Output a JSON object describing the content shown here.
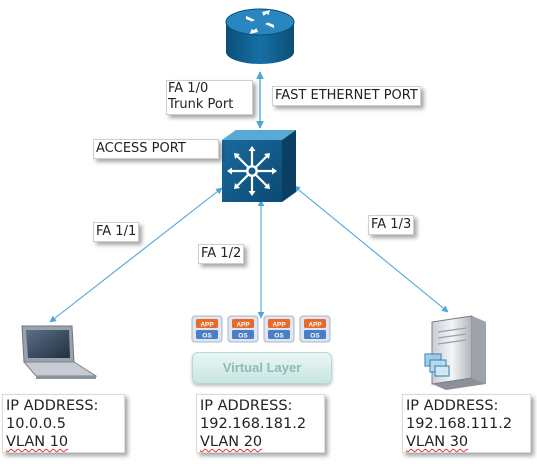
{
  "links": {
    "uplink_left": "FA 1/0\nTrunk Port",
    "uplink_right": "FAST ETHERNET PORT",
    "switch_label": "ACCESS PORT",
    "laptop": "FA 1/1",
    "vm_host": "FA 1/2",
    "server": "FA 1/3"
  },
  "virtual": {
    "layer_label": "Virtual Layer",
    "vm_app": "APP",
    "vm_os": "OS",
    "vm_count": 4
  },
  "hosts": [
    {
      "ip_label": "IP ADDRESS:",
      "ip": "10.0.0.5",
      "vlan": "VLAN 10"
    },
    {
      "ip_label": "IP ADDRESS:",
      "ip": "192.168.181.2",
      "vlan": "VLAN 20"
    },
    {
      "ip_label": "IP ADDRESS:",
      "ip": "192.168.111.2",
      "vlan": "VLAN 30"
    }
  ],
  "colors": {
    "device_blue": "#0f5f8f",
    "link_blue": "#4aa6d6",
    "vm_orange": "#e86a2a",
    "vm_blue": "#4a7fc8"
  }
}
